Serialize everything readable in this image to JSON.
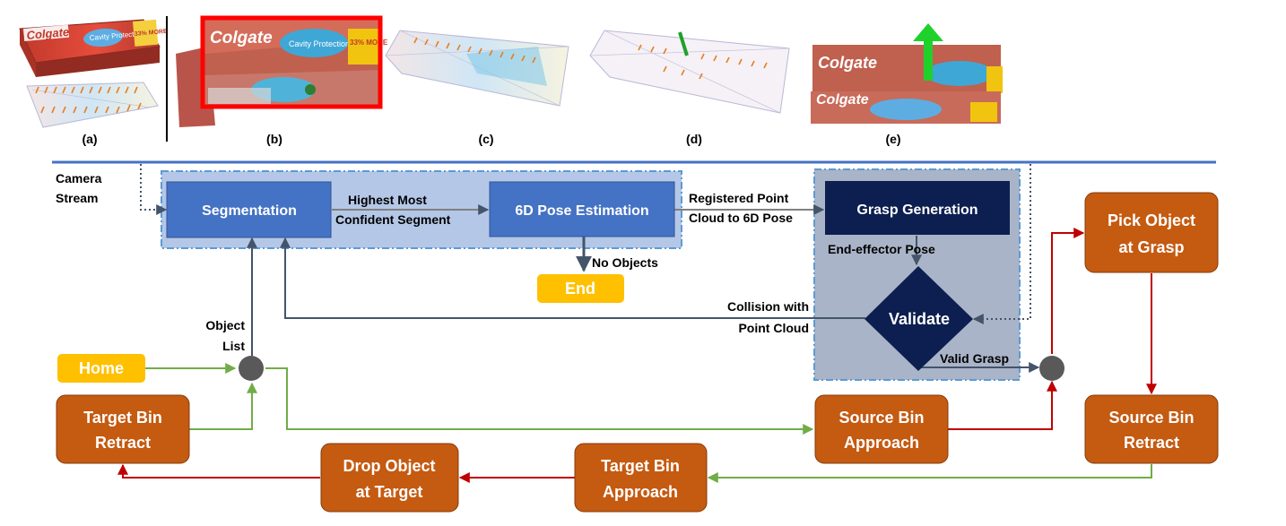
{
  "figure": {
    "panels": [
      {
        "label": "(a)",
        "brand": "Colgate",
        "badge": "33% MORE"
      },
      {
        "label": "(b)",
        "brand": "Colgate",
        "badge": "33% MORE"
      },
      {
        "label": "(c)"
      },
      {
        "label": "(d)"
      },
      {
        "label": "(e)",
        "brand": "Colgate"
      }
    ],
    "product_text": "Cavity Protection",
    "colors": {
      "blue_box": "#4472c4",
      "navy_box": "#0c1f50",
      "orange_box": "#c55a11",
      "yellow_box": "#ffc000",
      "panel_light": "#b4c7e7",
      "panel_gray": "#aab4c8",
      "green_line": "#70ad47",
      "red_line": "#c00000",
      "gray_line": "#44546a",
      "separator": "#4472c4",
      "highlight_box": "#ff0000"
    }
  },
  "flow": {
    "camera_stream": [
      "Camera",
      "Stream"
    ],
    "segmentation": "Segmentation",
    "pose_estimation": "6D Pose Estimation",
    "edge_segment": [
      "Highest Most",
      "Confident Segment"
    ],
    "edge_registered": [
      "Registered Point",
      "Cloud to 6D Pose"
    ],
    "grasp_generation": "Grasp  Generation",
    "edge_end_effector": "End-effector  Pose",
    "validate": "Validate",
    "edge_no_objects": "No Objects",
    "end": "End",
    "edge_collision": [
      "Collision with",
      "Point Cloud"
    ],
    "edge_valid_grasp": "Valid Grasp",
    "object_list": [
      "Object",
      "List"
    ],
    "home": "Home",
    "target_bin_retract": [
      "Target Bin",
      "Retract"
    ],
    "drop_object": [
      "Drop Object",
      "at Target"
    ],
    "target_bin_approach": [
      "Target Bin",
      "Approach"
    ],
    "source_bin_approach": [
      "Source Bin",
      "Approach"
    ],
    "source_bin_retract": [
      "Source Bin",
      "Retract"
    ],
    "pick_object": [
      "Pick Object",
      "at Grasp"
    ]
  }
}
